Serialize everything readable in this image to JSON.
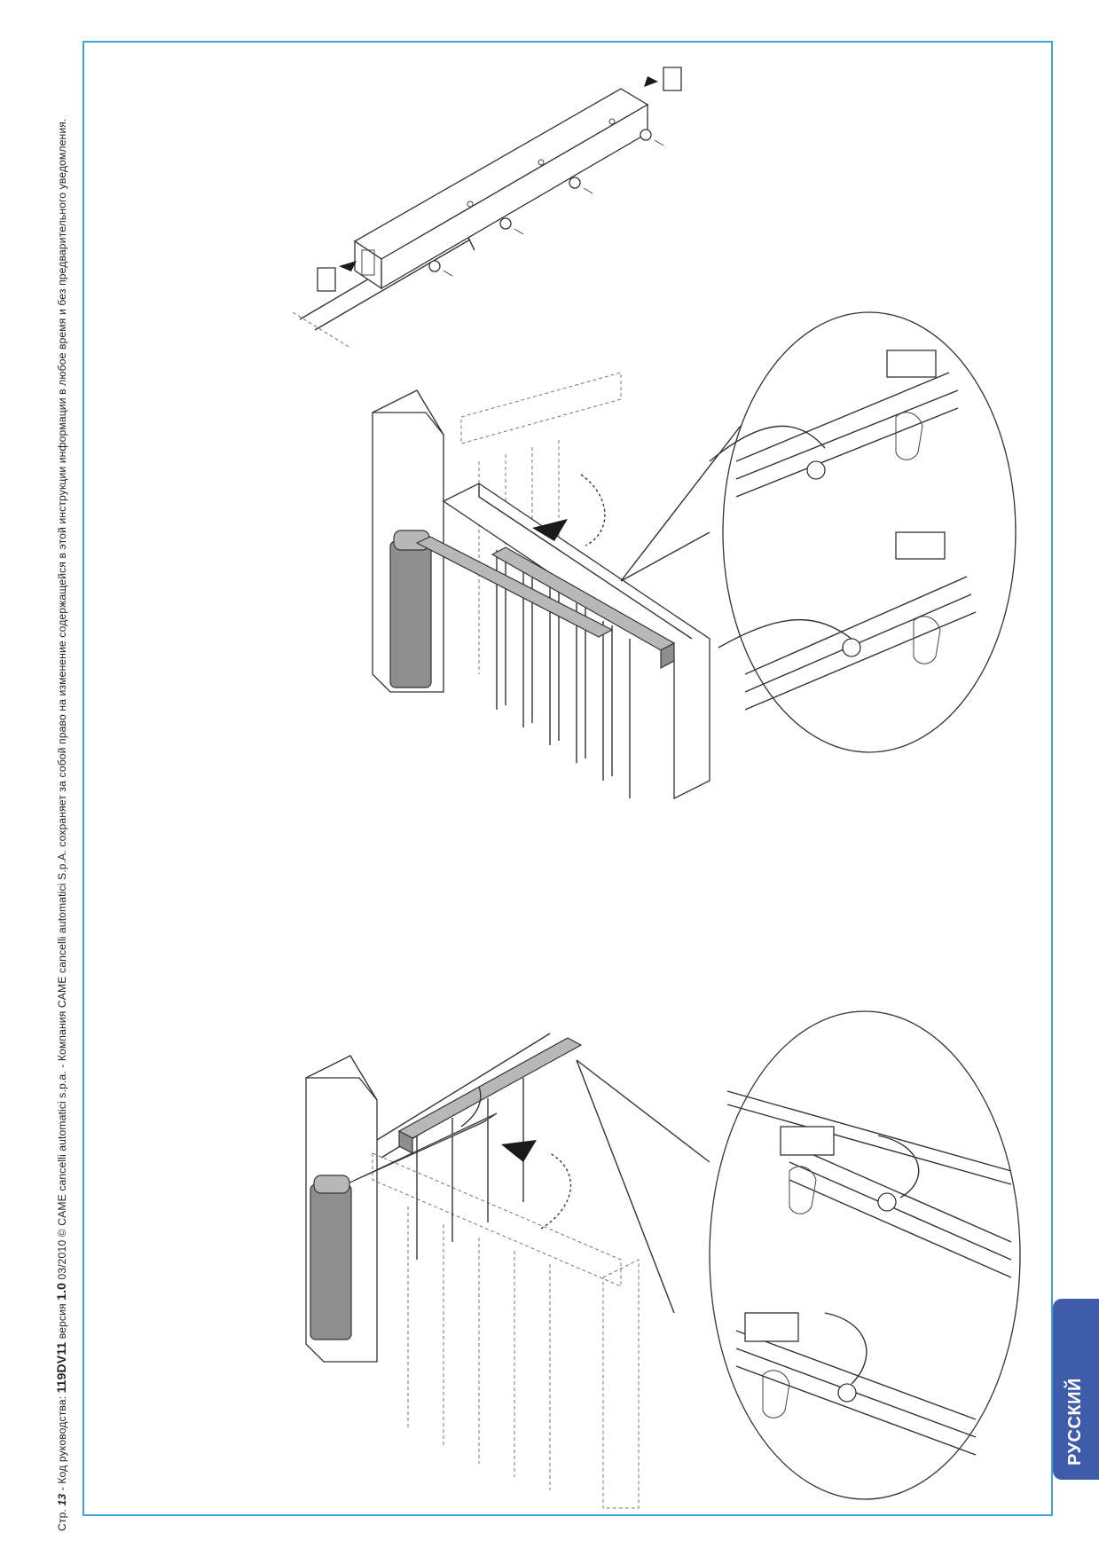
{
  "footer": {
    "page_prefix": "Стр.",
    "page_number": "13",
    "text_1": " - Код руководства: ",
    "manual_code": "119DV11",
    "text_2": " версия ",
    "version": "1.0",
    "text_3": "  03/2010 © CAME cancelli automatici s.p.a. - Компания CAME cancelli automatici S.p.A. сохраняет за собой право на изменение содержащейся в этой инструкции информации в любое время и без предварительного уведомления."
  },
  "language_tab": "РУССКИЙ",
  "colors": {
    "frame": "#3aa6d8",
    "language_tab_bg": "#3f5cab",
    "language_tab_text": "#ffffff"
  },
  "figures": [
    "arm-profile-exploded-icon",
    "gate-opening-fixing-icon",
    "gate-closing-fixing-icon"
  ]
}
